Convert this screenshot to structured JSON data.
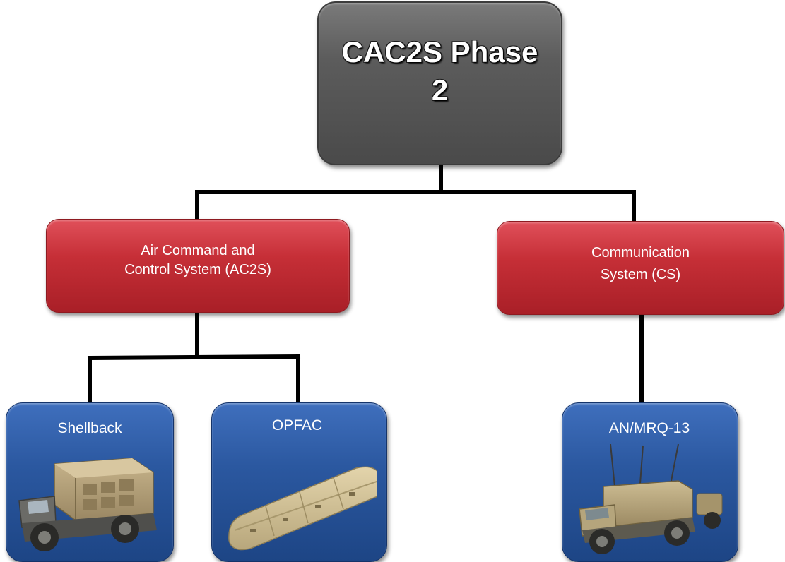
{
  "root": {
    "title": "CAC2S Phase 2"
  },
  "branches": [
    {
      "label_lines": [
        "Air Command and",
        "Control System (AC2S)"
      ],
      "children": [
        {
          "label": "Shellback",
          "image": "truck-shelter-image"
        },
        {
          "label": "OPFAC",
          "image": "tent-image"
        }
      ]
    },
    {
      "label_lines": [
        "Communication",
        "System (CS)"
      ],
      "children": [
        {
          "label": "AN/MRQ-13",
          "image": "humvee-image"
        }
      ]
    }
  ],
  "colors": {
    "root": "#5c5c5c",
    "branch": "#c62f37",
    "leaf": "#2b58a0",
    "connector": "#000000"
  }
}
